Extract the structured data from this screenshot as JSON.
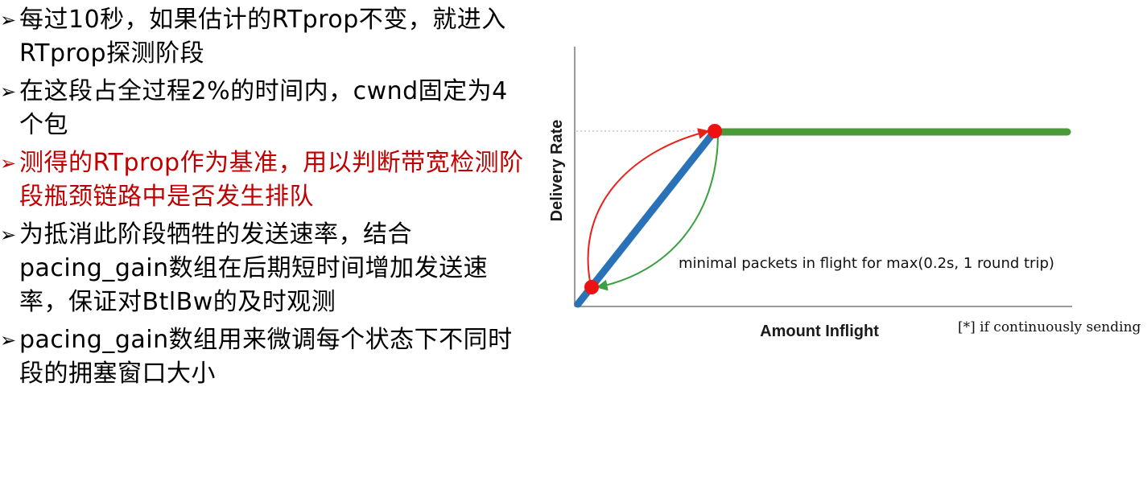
{
  "bullets": [
    {
      "marker": "➢",
      "text": "每过10秒，如果估计的RTprop不变，就进入RTprop探测阶段",
      "highlight": false
    },
    {
      "marker": "➢",
      "text": "在这段占全过程2%的时间内，cwnd固定为4个包",
      "highlight": false
    },
    {
      "marker": "➢",
      "text": "测得的RTprop作为基准，用以判断带宽检测阶段瓶颈链路中是否发生排队",
      "highlight": true
    },
    {
      "marker": "➢",
      "text": "为抵消此阶段牺牲的发送速率，结合pacing_gain数组在后期短时间增加发送速率，保证对BtlBw的及时观测",
      "highlight": false
    },
    {
      "marker": "➢",
      "text": "pacing_gain数组用来微调每个状态下不同时段的拥塞窗口大小",
      "highlight": false
    }
  ],
  "diagram": {
    "y_axis_label": "Delivery Rate",
    "x_axis_label": "Amount Inflight",
    "annotation": "minimal packets in flight for max(0.2s, 1 round trip)",
    "footnote": "[*] if continuously sending",
    "colors": {
      "axis": "#9a9a9a",
      "ramp": "#2a72b8",
      "plateau": "#4a9a3a",
      "point": "#ee1111",
      "red_arc": "#e8201a",
      "green_arc": "#3aa040",
      "dotted_guide": "#b39ddb",
      "highlight_text": "#c00000"
    }
  }
}
